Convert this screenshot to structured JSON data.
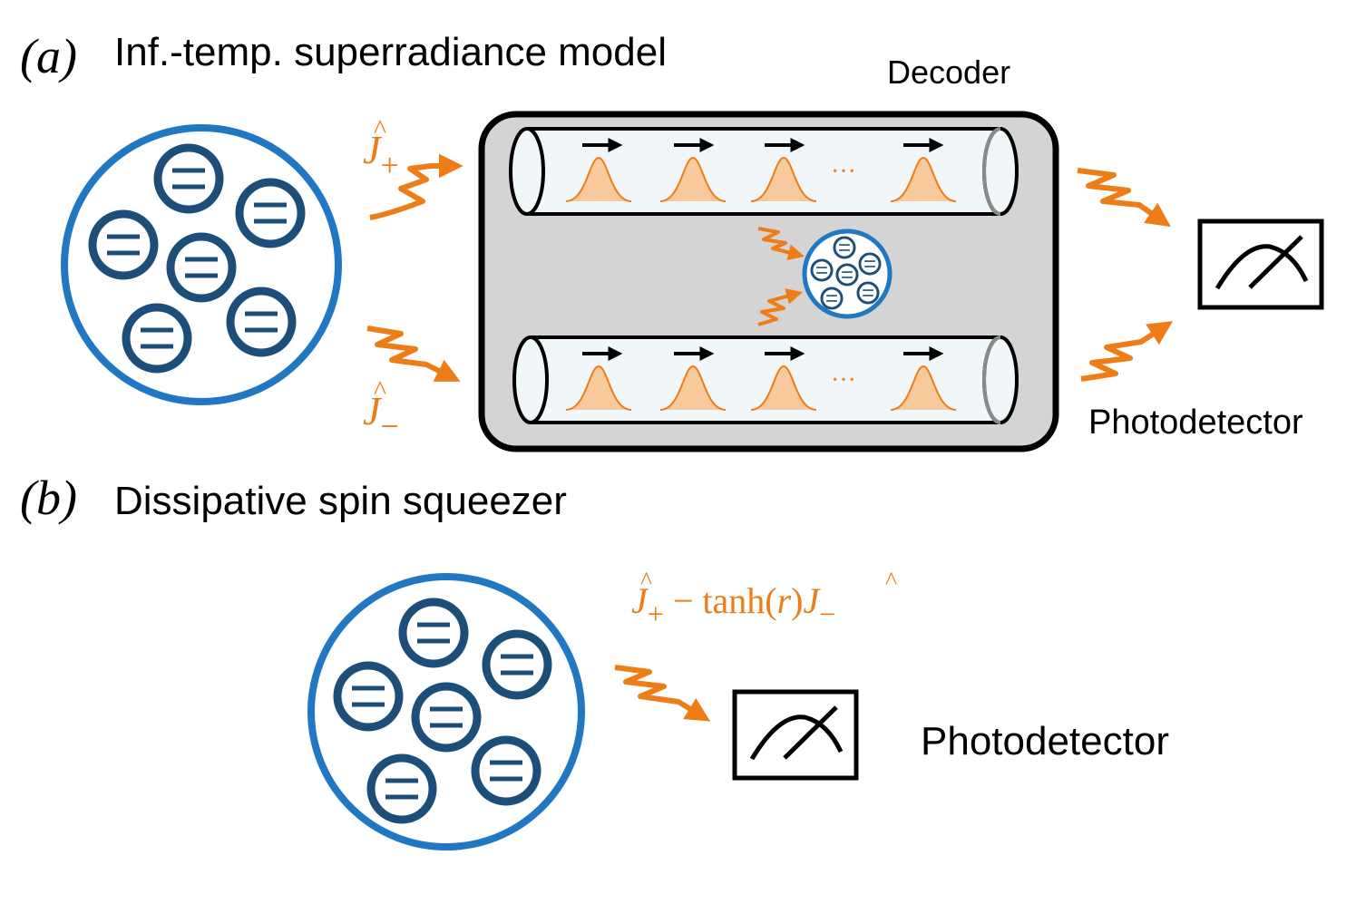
{
  "panel_a": {
    "letter": "a",
    "title": "Inf.-temp. superradiance model",
    "decoder_label": "Decoder",
    "photodetector_label": "Photodetector",
    "op_plus_symbol": "J",
    "op_plus_sub": "+",
    "op_minus_symbol": "J",
    "op_minus_sub": "−",
    "dots": "···"
  },
  "panel_b": {
    "letter": "b",
    "title": "Dissipative spin squeezer",
    "photodetector_label": "Photodetector",
    "expr_j1": "J",
    "expr_sub1": "+",
    "expr_mid": " − tanh(",
    "expr_r": "r",
    "expr_close": ")",
    "expr_j2": "J",
    "expr_sub2": "−"
  },
  "colors": {
    "ensemble_ring": "#1f78c1",
    "atom_ring": "#1d4e7a",
    "photon": "#ee7d18",
    "pulse_fill": "#f7c99b",
    "pulse_line": "#ee7d18",
    "decoder_fill": "#d4d4d4",
    "waveguide_fill": "#f1f6f9"
  }
}
